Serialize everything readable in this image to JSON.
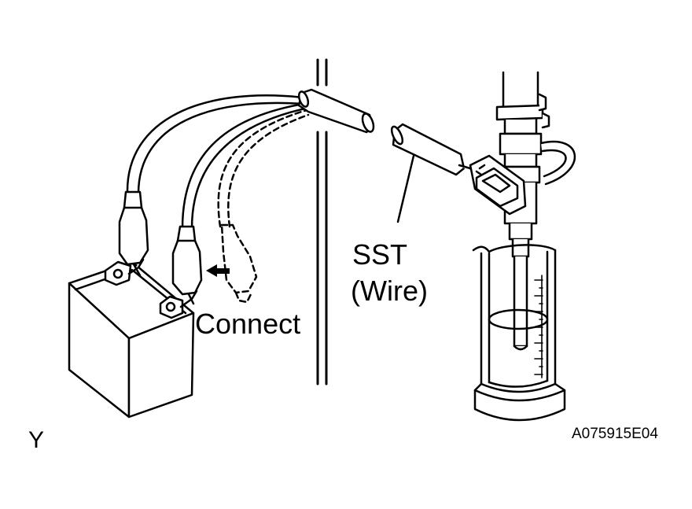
{
  "labels": {
    "connect": "Connect",
    "sst": "SST",
    "wire": "(Wire)",
    "corner_mark": "Y",
    "figure_code": "A075915E04"
  }
}
